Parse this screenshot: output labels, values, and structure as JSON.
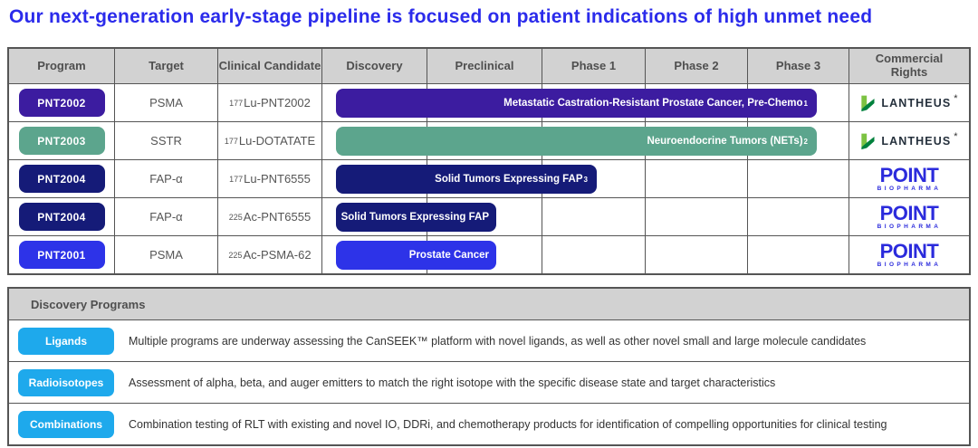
{
  "title": "Our next-generation early-stage pipeline is focused on patient indications of high unmet need",
  "colors": {
    "title_blue": "#2b2beb",
    "bar_purple": "#3c1ca0",
    "bar_green": "#5ca58d",
    "bar_navy": "#151b78",
    "bar_blue": "#2d33e8",
    "discovery_badge_cyan": "#1ea9ec",
    "header_gray": "#d2d2d2",
    "grid_border": "#555555",
    "lantheus_light_green": "#7cc242",
    "lantheus_dark_green": "#00813c",
    "point_blue": "#2b2bdc"
  },
  "pipeline_table": {
    "headers": [
      "Program",
      "Target",
      "Clinical Candidate",
      "Discovery",
      "Preclinical",
      "Phase 1",
      "Phase 2",
      "Phase 3",
      "Commercial Rights"
    ],
    "rows": [
      {
        "program": "PNT2002",
        "target": "PSMA",
        "candidate_isotope": "177",
        "candidate_name": "Lu-PNT2002",
        "bar_label": "Metastatic Castration-Resistant Prostate Cancer, Pre-Chemo",
        "bar_footnote": "1",
        "rights": "lantheus"
      },
      {
        "program": "PNT2003",
        "target": "SSTR",
        "candidate_isotope": "177",
        "candidate_name": "Lu-DOTATATE",
        "bar_label": "Neuroendocrine Tumors (NETs)",
        "bar_footnote": "2",
        "rights": "lantheus"
      },
      {
        "program": "PNT2004",
        "target": "FAP-α",
        "candidate_isotope": "177",
        "candidate_name": "Lu-PNT6555",
        "bar_label": "Solid Tumors Expressing FAP",
        "bar_footnote": "3",
        "rights": "point"
      },
      {
        "program": "PNT2004",
        "target": "FAP-α",
        "candidate_isotope": "225",
        "candidate_name": "Ac-PNT6555",
        "bar_label": "Solid Tumors Expressing FAP",
        "bar_footnote": "",
        "rights": "point"
      },
      {
        "program": "PNT2001",
        "target": "PSMA",
        "candidate_isotope": "225",
        "candidate_name": "Ac-PSMA-62",
        "bar_label": "Prostate Cancer",
        "bar_footnote": "",
        "rights": "point"
      }
    ]
  },
  "logos": {
    "lantheus": {
      "text": "LANTHEUS",
      "mark": "*"
    },
    "point": {
      "text": "POINT",
      "subtext": "BIOPHARMA"
    }
  },
  "discovery_programs": {
    "title": "Discovery Programs",
    "items": [
      {
        "label": "Ligands",
        "text": "Multiple programs are underway assessing the CanSEEK™ platform with novel ligands, as well as other novel small and large molecule candidates"
      },
      {
        "label": "Radioisotopes",
        "text": "Assessment of alpha, beta, and auger emitters to match the right isotope with the specific disease state and target characteristics"
      },
      {
        "label": "Combinations",
        "text": "Combination testing of RLT with existing and novel IO, DDRi, and chemotherapy products for identification of compelling opportunities for clinical testing"
      }
    ]
  }
}
